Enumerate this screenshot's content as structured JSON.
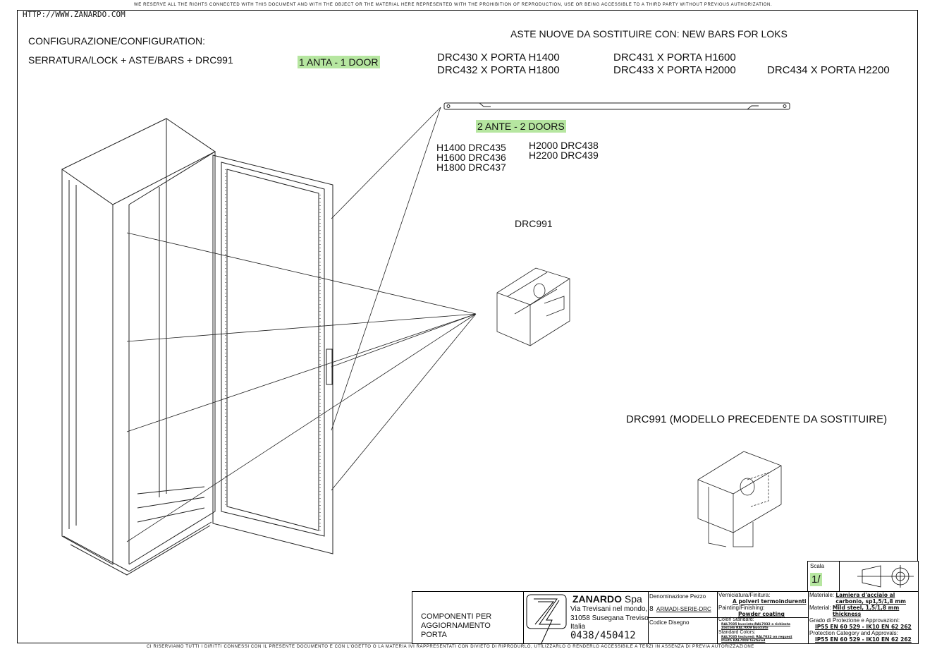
{
  "header": {
    "rights_en": "We reserve all the rights connected with this document and with the object or the material here represented with the prohibition of reproduction, use or being accessible to a third party without previous authorization.",
    "url": "HTTP://WWW.ZANARDO.COM"
  },
  "config": {
    "title": "CONFIGURAZIONE/CONFIGURATION:",
    "line": "SERRATURA/LOCK + ASTE/BARS + DRC991",
    "one_door": "1 ANTA - 1 DOOR"
  },
  "bars": {
    "title": "ASTE NUOVE DA SOSTITUIRE CON: NEW BARS FOR LOKS",
    "items": [
      "DRC430 X PORTA H1400",
      "DRC432 X PORTA H1800",
      "DRC431 X PORTA H1600",
      "DRC433 X PORTA H2000",
      "DRC434 X PORTA H2200"
    ]
  },
  "two_doors": {
    "label": "2 ANTE - 2 DOORS",
    "col1": [
      "H1400 DRC435",
      "H1600 DRC436",
      "H1800 DRC437"
    ],
    "col2": [
      "H2000 DRC438",
      "H2200 DRC439"
    ]
  },
  "parts": {
    "new": "DRC991",
    "old": "DRC991 (MODELLO PRECEDENTE DA SOSTITUIRE)"
  },
  "title_block": {
    "description": "COMPONENTI PER AGGIORNAMENTO PORTA",
    "company": "ZANARDO",
    "company_suffix": "Spa",
    "address": [
      "Via Trevisani nel mondo, 8",
      "31058 Susegana Treviso",
      "Italia"
    ],
    "phone": "0438/450412",
    "part_name_label": "Denominazione Pezzo",
    "part_name": "ARMADI-SERIE-DRC",
    "drawing_code_label": "Codice Disegno",
    "finish_label_it": "Verniciatura/Finitura:",
    "finish_it": "A polveri termoindurenti",
    "finish_label_en": "Painting/Finishing:",
    "finish_en": "Powder coating",
    "colors_label_it": "Colori Standard:",
    "colors_it": "RAL7035 bucciato;RAL7032 a richiesta Zoccolo RAL7009 bucciato",
    "colors_label_en": "Standard Colors:",
    "colors_en": "RAL7035 textured; RAL7032 on request Plinth RAL7009 textured",
    "scale_label": "Scala",
    "scale": "1/",
    "material_label_it": "Materiale:",
    "material_it": "Lamiera d'acciaio al carbonio, sp1,5/1,8 mm",
    "material_label_en": "Material:",
    "material_en": "Mild steel, 1,5/1,8 mm thickness",
    "protection_label_it": "Grado di Protezione e Approvazioni:",
    "protection_it": "IP55 EN 60 529 - IK10 EN 62 262",
    "protection_label_en": "Protection Category and Approvals:",
    "protection_en": "IP55 EN 60 529 - IK10 EN 62 262"
  },
  "footer": {
    "rights_it": "Ci riserviamo tutti i diritti connessi con il presente documento e con l'ogetto o la materia ivi rappresentati con divieto di riprodurlo, utilizzarlo o renderlo accessibile a terzi in assenza di previa autorizzazione"
  }
}
